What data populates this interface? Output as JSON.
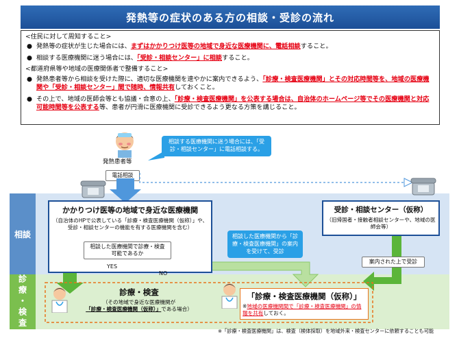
{
  "title": "発熱等の症状のある方の相談・受診の流れ",
  "notice": {
    "sec1": "<住民に対して周知すること>",
    "b1_pre": "発熱等の症状が生じた場合には、",
    "b1_red": "まずはかかりつけ医等の地域で身近な医療機関に、電話相談",
    "b1_post": "すること。",
    "b2_pre": "相談する医療機関に迷う場合には、",
    "b2_red": "「受診・相談センター」に相談",
    "b2_post": "すること。",
    "sec2": "<都道府県等や地域の医療関係者で整備すること>",
    "b3_pre": "発熱患者等から相談を受けた際に、適切な医療機関を速やかに案内できるよう、",
    "b3_red": "「診療・検査医療機関」とその対応時間等を、地域の医療機関や「受診・相談センター」間で随時、情報共有",
    "b3_post": "しておくこと。",
    "b4_pre": "その上で、地域の医師会等とも協議・合意の上、",
    "b4_red": "「診療・検査医療機関」を公表する場合は、自治体のホームページ等でその医療機関と対応可能時間等を公表する",
    "b4_post": "等、患者が円滑に医療機関に受診できるよう更なる方策を講じること。"
  },
  "patient_label": "発熱患者等",
  "bubble_top": "相談する医療機関に迷う場合には、「受診・相談センター」に電話相談する。",
  "phone_label": "電話相談",
  "band_consult": "相談",
  "band_exam": "診療・検査",
  "kakaritsuke": {
    "title": "かかりつけ医等の地域で身近な医療機関",
    "sub": "（自治体のHPで公表している「診療・検査医療機関（仮称）」や、受診・相談センターの機能を有する医療機関を含む）"
  },
  "center": {
    "title": "受診・相談センター（仮称）",
    "sub": "（旧帰国者・接触者相談センターや、地域の医師会等）"
  },
  "pill_ask": "相談した医療機関で診療・検査可能であるか",
  "yes": "YES",
  "no": "NO",
  "bubble_mid": "相談した医療機関から「診療・検査医療機関」の案内を受けて、受診",
  "pill_guide": "案内された上で受診",
  "shinryo": {
    "title": "診療・検査",
    "sub_pre": "（その地域で身近な医療機関が",
    "sub_red": "「診療・検査医療機関（仮称）」",
    "sub_post": "である場合）"
  },
  "kensa": {
    "title": "「診療・検査医療機関（仮称）」",
    "note_pre": "※",
    "note_red": "地域の医療機関間で「診療・検査医療機関」の情報を共有",
    "note_post": "しておく。"
  },
  "footnote": "※「診療・検査医療機関」は、検査（検体採取）を地域外来・検査センターに依頼することも可能",
  "colors": {
    "blue": "#1c4f97",
    "band_blue": "#5b8fc9",
    "band_green": "#7bbf4e",
    "red": "#e60012",
    "bubble": "#2aa0e6",
    "orange": "#e8741a"
  }
}
